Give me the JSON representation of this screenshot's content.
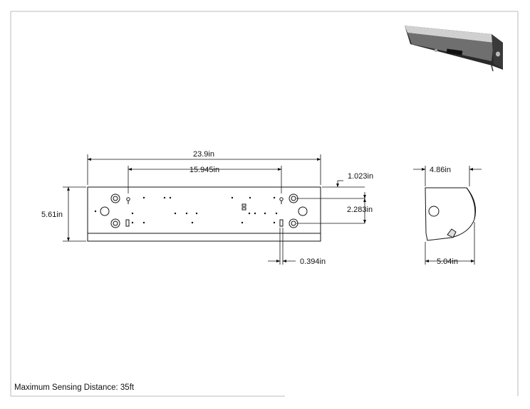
{
  "drawing": {
    "dimensions": {
      "overall_length": "23.9in",
      "mount_spacing": "15.945in",
      "height": "5.61in",
      "top_offset": "1.023in",
      "vertical_spacing": "2.283in",
      "horizontal_offset": "0.394in",
      "side_depth": "4.86in",
      "side_width": "5.04in"
    },
    "note": "Maximum Sensing Distance: 35ft"
  },
  "colors": {
    "line": "#111111",
    "frame": "#bbbbbb",
    "device_dark": "#2a2a2a",
    "device_mid": "#8a8a8a",
    "device_light": "#d0d0d0"
  }
}
